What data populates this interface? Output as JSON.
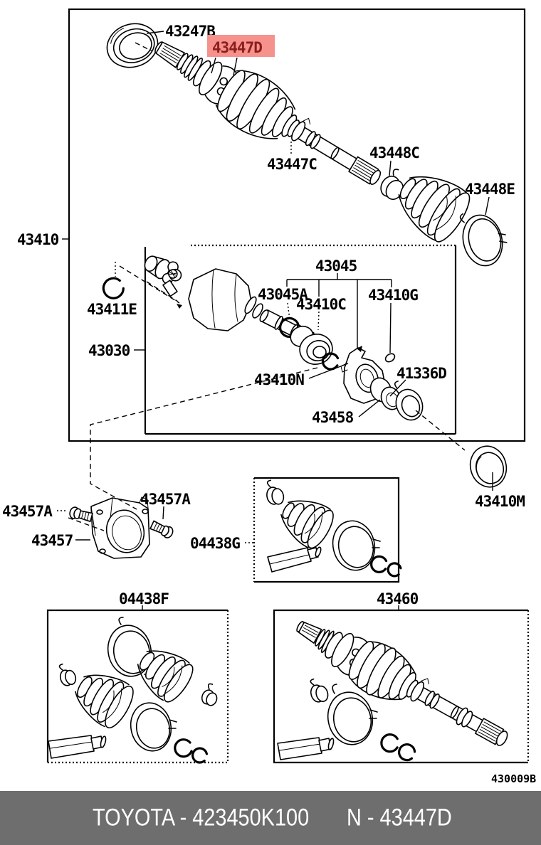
{
  "diagram": {
    "drawing_code": "430009B",
    "highlight_color": "#f5928b",
    "highlight_text_color": "#8c1d1d",
    "labels": {
      "l43247B": "43247B",
      "l43447D": "43447D",
      "l43447C": "43447C",
      "l43448C": "43448C",
      "l43448E": "43448E",
      "l43410": "43410",
      "l43411E": "43411E",
      "l43030": "43030",
      "l43045": "43045",
      "l43045A": "43045A",
      "l43410C": "43410C",
      "l43410G": "43410G",
      "l43410N": "43410N",
      "l41336D": "41336D",
      "l43458": "43458",
      "l43410M": "43410M",
      "l43457A": "43457A",
      "l43457": "43457",
      "l04438G": "04438G",
      "l04438F": "04438F",
      "l43460": "43460"
    }
  },
  "footer": {
    "assembly_code": "TOYOTA - 423450K100",
    "part_code": "N - 43447D",
    "bg": "#6e6e6e"
  }
}
